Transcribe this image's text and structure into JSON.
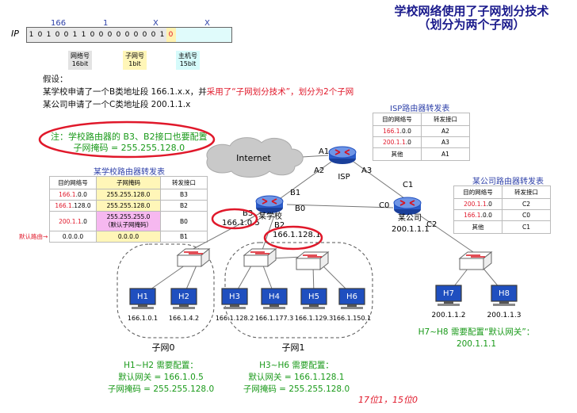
{
  "title": {
    "line1": "学校网络使用了子网划分技术",
    "line2": "（划分为两个子网）"
  },
  "bitfield": {
    "ip_label": "IP",
    "top_labels": {
      "n166": "166",
      "n1": "1",
      "x1": "X",
      "x2": "X"
    },
    "bits": [
      "1",
      "0",
      "1",
      "0",
      "0",
      "1",
      "1",
      "0",
      "0",
      "0",
      "0",
      "0",
      "0",
      "0",
      "0",
      "1",
      "0"
    ],
    "tags": {
      "net_name": "网络号",
      "net_bits": "16bit",
      "sub_name": "子网号",
      "sub_bits": "1bit",
      "host_name": "主机号",
      "host_bits": "15bit"
    }
  },
  "assumptions": {
    "heading": "假设：",
    "line1_a": "某学校申请了一个B类地址段 166.1.x.x，并",
    "line1_b": "采用了“子网划分技术”，划分为2个子网",
    "line2": "某公司申请了一个C类地址段 200.1.1.x"
  },
  "note": {
    "line1": "注：学校路由器的 B3、B2接口也要配置",
    "line2": "子网掩码 = 255.255.128.0"
  },
  "school_table": {
    "title": "某学校路由器转发表",
    "headers": [
      "目的网络号",
      "子网掩码",
      "转发接口"
    ],
    "rows": [
      {
        "dest_red": "166.1",
        "dest_rest": ".0.0",
        "mask": "255.255.128.0",
        "iface": "B3"
      },
      {
        "dest_red": "166.1",
        "dest_rest": ".128.0",
        "mask": "255.255.128.0",
        "iface": "B2"
      },
      {
        "dest_red": "200.1.1",
        "dest_rest": ".0",
        "mask": "255.255.255.0",
        "mask2": "（默认子网掩码）",
        "iface": "B0"
      },
      {
        "dest_red": "",
        "dest_rest": "0.0.0.0",
        "mask": "0.0.0.0",
        "iface": "B1"
      }
    ],
    "default_route_label": "默认路由→"
  },
  "isp_table": {
    "title": "ISP路由器转发表",
    "headers": [
      "目的网络号",
      "转发接口"
    ],
    "rows": [
      {
        "dest_red": "166.1",
        "dest_rest": ".0.0",
        "iface": "A2"
      },
      {
        "dest_red": "200.1.1",
        "dest_rest": ".0",
        "iface": "A3"
      },
      {
        "dest_red": "",
        "dest_rest": "其他",
        "iface": "A1"
      }
    ]
  },
  "company_table": {
    "title": "某公司路由器转发表",
    "headers": [
      "目的网络号",
      "转发接口"
    ],
    "rows": [
      {
        "dest_red": "200.1.1",
        "dest_rest": ".0",
        "iface": "C2"
      },
      {
        "dest_red": "166.1",
        "dest_rest": ".0.0",
        "iface": "C0"
      },
      {
        "dest_red": "",
        "dest_rest": "其他",
        "iface": "C1"
      }
    ]
  },
  "topology": {
    "internet": "Internet",
    "isp": "ISP",
    "ifaces": {
      "a1": "A1",
      "a2": "A2",
      "a3": "A3",
      "b1": "B1",
      "b0": "B0",
      "b3": "B3",
      "b2": "B2",
      "c0": "C0",
      "c1": "C1",
      "c2": "C2"
    },
    "school_router_label": "某学校",
    "company_router_label": "某公司",
    "b3_ip": "166.1.0.5",
    "b2_ip": "166.1.128.1",
    "company_ip": "200.1.1.1",
    "hosts": [
      {
        "name": "H1",
        "ip": "166.1.0.1"
      },
      {
        "name": "H2",
        "ip": "166.1.4.2"
      },
      {
        "name": "H3",
        "ip": "166.1.128.2"
      },
      {
        "name": "H4",
        "ip": "166.1.177.3"
      },
      {
        "name": "H5",
        "ip": "166.1.129.3"
      },
      {
        "name": "H6",
        "ip": "166.1.150.1"
      },
      {
        "name": "H7",
        "ip": "200.1.1.2"
      },
      {
        "name": "H8",
        "ip": "200.1.1.3"
      }
    ],
    "subnet0": "子网0",
    "subnet1": "子网1"
  },
  "configs": {
    "sub0": {
      "l1": "H1~H2 需要配置：",
      "l2": "默认网关 = 166.1.0.5",
      "l3": "子网掩码 = 255.255.128.0"
    },
    "sub1": {
      "l1": "H3~H6 需要配置：",
      "l2": "默认网关 = 166.1.128.1",
      "l3": "子网掩码 = 255.255.128.0"
    },
    "company": "H7~H8 需要配置“默认网关”：200.1.1.1",
    "handnote": "17位1，15位0"
  },
  "colors": {
    "accent": "#2c3fa8",
    "green": "#1a9a1a",
    "red": "#e0182a",
    "router": "#1f4fbf"
  }
}
